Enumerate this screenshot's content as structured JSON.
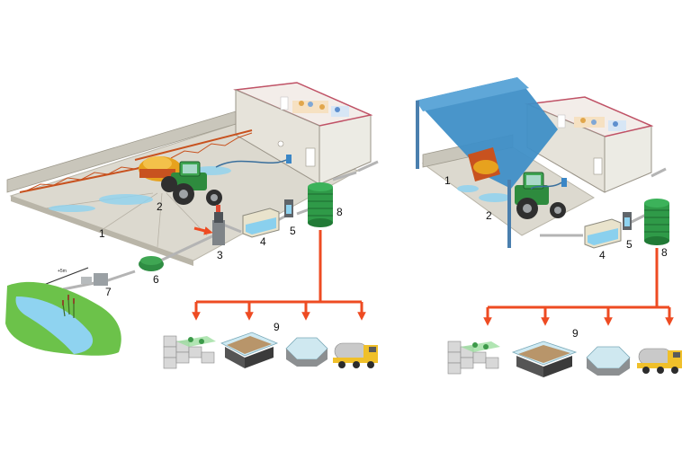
{
  "left": {
    "labels": {
      "n1": "1",
      "n2": "2",
      "n3": "3",
      "n4": "4",
      "n5": "5",
      "n6": "6",
      "n7": "7",
      "n8": "8",
      "n9": "9"
    },
    "distance_label": "+5m"
  },
  "right": {
    "labels": {
      "n1": "1",
      "n2": "2",
      "n4": "4",
      "n5": "5",
      "n8": "8",
      "n9": "9"
    }
  },
  "colors": {
    "arrow": "#ee4b22",
    "tractor": "#2e8b3e",
    "sprayer": "#e7a21e",
    "boom": "#c8521f",
    "canopy": "#3f8fc7",
    "tank": "#2f9a48",
    "floor": "#dcd9cf",
    "water": "#8fd3f0",
    "grass": "#6cc24a"
  }
}
